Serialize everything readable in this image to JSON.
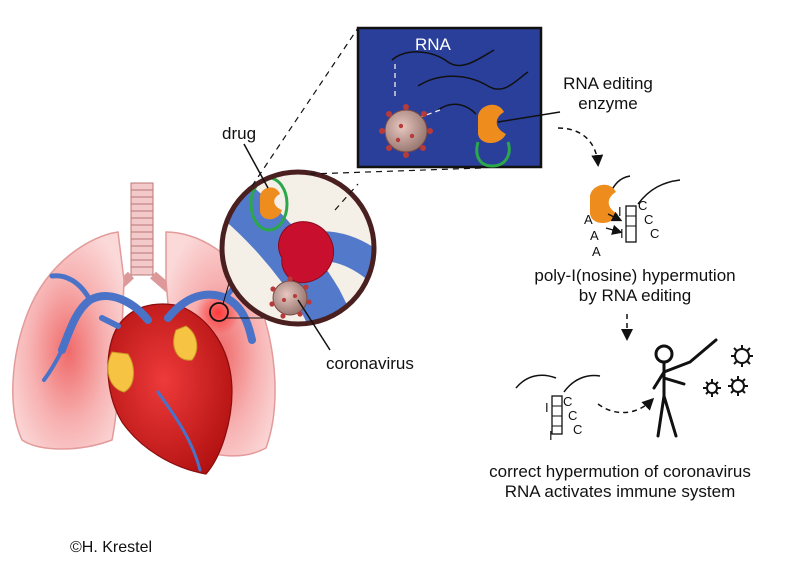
{
  "labels": {
    "rna": "RNA",
    "enzyme_line1": "RNA editing",
    "enzyme_line2": "enzyme",
    "drug": "drug",
    "coronavirus": "coronavirus",
    "hyper_line1": "poly-I(nosine) hypermution",
    "hyper_line2": "by RNA editing",
    "immune_line1": "correct hypermution of coronavirus",
    "immune_line2": "RNA activates immune system",
    "copyright": "©H. Krestel"
  },
  "letters": {
    "a": "A",
    "i": "I",
    "c": "C"
  },
  "colors": {
    "inset_blue": "#2a3f9a",
    "lung_pink": "#f4a7a7",
    "heart_red": "#d81f1f",
    "vessel_blue": "#4a73c8",
    "enzyme_orange": "#ef8c1e",
    "drug_green": "#2aa84a",
    "virus_red": "#b83a3a"
  }
}
